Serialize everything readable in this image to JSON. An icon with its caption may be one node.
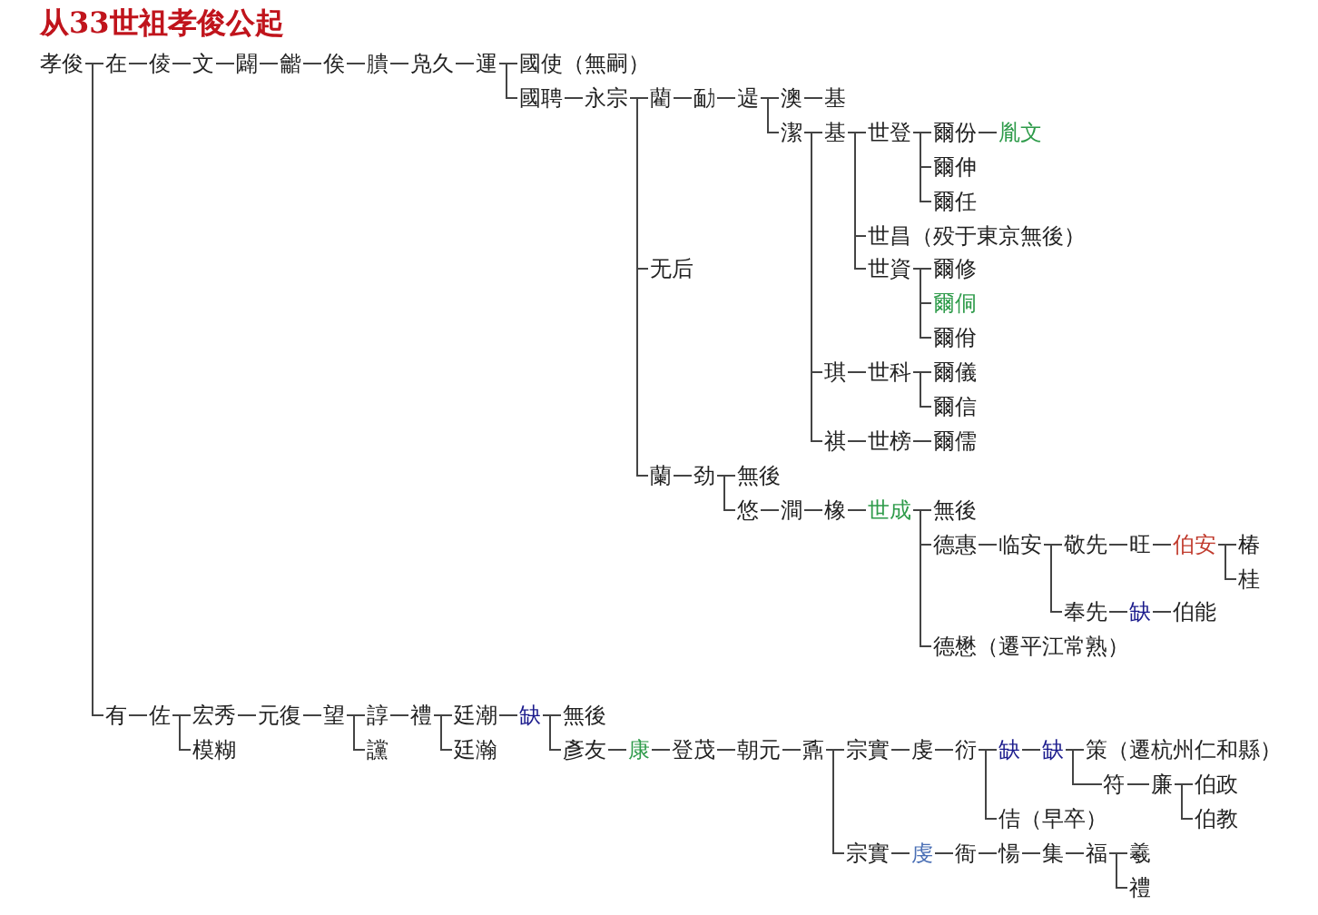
{
  "diagram": {
    "title": "从33世祖孝俊公起",
    "nodes": [
      {
        "text": [
          "孝俊"
        ]
      },
      {
        "text": [
          "在"
        ]
      },
      {
        "text": [
          "倰"
        ]
      },
      {
        "text": [
          "文"
        ]
      },
      {
        "text": [
          "闢"
        ]
      },
      {
        "text": [
          "龤"
        ]
      },
      {
        "text": [
          "俟"
        ]
      },
      {
        "text": [
          "膭"
        ]
      },
      {
        "text": [
          "凫久"
        ]
      },
      {
        "text": [
          "運"
        ]
      },
      {
        "text": [
          "國使（無嗣）"
        ]
      },
      {
        "text": [
          "國聘"
        ]
      },
      {
        "text": [
          "永宗"
        ]
      },
      {
        "text": [
          "藺"
        ]
      },
      {
        "text": [
          "勔"
        ]
      },
      {
        "text": [
          "遈"
        ]
      },
      {
        "text": [
          "澳"
        ]
      },
      {
        "text": [
          "基"
        ]
      },
      {
        "text": [
          "潔"
        ]
      },
      {
        "text": [
          "基"
        ]
      },
      {
        "text": [
          "世登"
        ]
      },
      {
        "text": [
          "爾份"
        ]
      },
      {
        "text": [
          "胤文"
        ]
      },
      {
        "text": [
          "爾伸"
        ]
      },
      {
        "text": [
          "爾任"
        ]
      },
      {
        "text": [
          "世昌（殁于東京無後）"
        ]
      },
      {
        "text": [
          "无后"
        ]
      },
      {
        "text": [
          "世資"
        ]
      },
      {
        "text": [
          "爾修"
        ]
      },
      {
        "text": [
          "爾侗"
        ]
      },
      {
        "text": [
          "爾佾"
        ]
      },
      {
        "text": [
          "琪"
        ]
      },
      {
        "text": [
          "世科"
        ]
      },
      {
        "text": [
          "爾儀"
        ]
      },
      {
        "text": [
          "爾信"
        ]
      },
      {
        "text": [
          "祺"
        ]
      },
      {
        "text": [
          "世榜"
        ]
      },
      {
        "text": [
          "爾儒"
        ]
      },
      {
        "text": [
          "蘭"
        ]
      },
      {
        "text": [
          "劲"
        ]
      },
      {
        "text": [
          "無後"
        ]
      },
      {
        "text": [
          "悠"
        ]
      },
      {
        "text": [
          "澗"
        ]
      },
      {
        "text": [
          "橡"
        ]
      },
      {
        "text": [
          "世成"
        ]
      },
      {
        "text": [
          "無後"
        ]
      },
      {
        "text": [
          "德惠"
        ]
      },
      {
        "text": [
          "临安"
        ]
      },
      {
        "text": [
          "敬先"
        ]
      },
      {
        "text": [
          "旺"
        ]
      },
      {
        "text": [
          "伯安"
        ]
      },
      {
        "text": [
          "椿"
        ]
      },
      {
        "text": [
          "桂"
        ]
      },
      {
        "text": [
          "奉先"
        ]
      },
      {
        "text": [
          "缺"
        ]
      },
      {
        "text": [
          "伯能"
        ]
      },
      {
        "text": [
          "德懋（遷平江常熟）"
        ]
      },
      {
        "text": [
          "有"
        ]
      },
      {
        "text": [
          "佐"
        ]
      },
      {
        "text": [
          "宏秀"
        ]
      },
      {
        "text": [
          "元復"
        ]
      },
      {
        "text": [
          "望"
        ]
      },
      {
        "text": [
          "諄"
        ]
      },
      {
        "text": [
          "禮"
        ]
      },
      {
        "text": [
          "廷潮"
        ]
      },
      {
        "text": [
          "缺"
        ]
      },
      {
        "text": [
          "無後"
        ]
      },
      {
        "text": [
          "模糊"
        ]
      },
      {
        "text": [
          "讜"
        ]
      },
      {
        "text": [
          "廷瀚"
        ]
      },
      {
        "text": [
          "彥友"
        ]
      },
      {
        "text": [
          "康"
        ]
      },
      {
        "text": [
          "登茂"
        ]
      },
      {
        "text": [
          "朝元"
        ]
      },
      {
        "text": [
          "鼒"
        ]
      },
      {
        "text": [
          "宗實"
        ]
      },
      {
        "text": [
          "虔"
        ]
      },
      {
        "text": [
          "衍"
        ]
      },
      {
        "text": [
          "缺"
        ]
      },
      {
        "text": [
          "缺"
        ]
      },
      {
        "text": [
          "策（遷杭州仁和縣）"
        ]
      },
      {
        "text": [
          "符"
        ]
      },
      {
        "text": [
          "廉"
        ]
      },
      {
        "text": [
          "伯政"
        ]
      },
      {
        "text": [
          "佶（早卒）"
        ]
      },
      {
        "text": [
          "伯教"
        ]
      },
      {
        "text": [
          "宗實"
        ]
      },
      {
        "text": [
          "虔"
        ]
      },
      {
        "text": [
          "衙"
        ]
      },
      {
        "text": [
          "愓"
        ]
      },
      {
        "text": [
          "集"
        ]
      },
      {
        "text": [
          "福"
        ]
      },
      {
        "text": [
          "羲"
        ]
      },
      {
        "text": [
          "禮"
        ]
      }
    ],
    "edges": [
      {
        "from": 0,
        "to": 1,
        "arrow": "none"
      },
      {
        "from": 1,
        "to": 2,
        "arrow": "none"
      },
      {
        "from": 2,
        "to": 3,
        "arrow": "none"
      },
      {
        "from": 3,
        "to": 4,
        "arrow": "none"
      },
      {
        "from": 4,
        "to": 5,
        "arrow": "none"
      },
      {
        "from": 5,
        "to": 6,
        "arrow": "none"
      },
      {
        "from": 6,
        "to": 7,
        "arrow": "none"
      },
      {
        "from": 7,
        "to": 8,
        "arrow": "none"
      },
      {
        "from": 8,
        "to": 9,
        "arrow": "none"
      },
      {
        "from": 9,
        "to": 10,
        "arrow": "none"
      },
      {
        "from": 9,
        "to": 11,
        "arrow": "none"
      },
      {
        "from": 11,
        "to": 12,
        "arrow": "none"
      },
      {
        "from": 12,
        "to": 13,
        "arrow": "none"
      },
      {
        "from": 13,
        "to": 14,
        "arrow": "none"
      },
      {
        "from": 14,
        "to": 15,
        "arrow": "none"
      },
      {
        "from": 15,
        "to": 16,
        "arrow": "none"
      },
      {
        "from": 16,
        "to": 17,
        "arrow": "none"
      },
      {
        "from": 15,
        "to": 18,
        "arrow": "none"
      },
      {
        "from": 18,
        "to": 19,
        "arrow": "none"
      },
      {
        "from": 19,
        "to": 20,
        "arrow": "none"
      },
      {
        "from": 20,
        "to": 21,
        "arrow": "none"
      },
      {
        "from": 21,
        "to": 22,
        "arrow": "none"
      },
      {
        "from": 20,
        "to": 23,
        "arrow": "none"
      },
      {
        "from": 20,
        "to": 24,
        "arrow": "none"
      },
      {
        "from": 19,
        "to": 25,
        "arrow": "none"
      },
      {
        "from": 12,
        "to": 26,
        "arrow": "none"
      },
      {
        "from": 19,
        "to": 27,
        "arrow": "none"
      },
      {
        "from": 27,
        "to": 28,
        "arrow": "none"
      },
      {
        "from": 27,
        "to": 29,
        "arrow": "none"
      },
      {
        "from": 27,
        "to": 30,
        "arrow": "none"
      },
      {
        "from": 18,
        "to": 31,
        "arrow": "none"
      },
      {
        "from": 31,
        "to": 32,
        "arrow": "none"
      },
      {
        "from": 32,
        "to": 33,
        "arrow": "none"
      },
      {
        "from": 32,
        "to": 34,
        "arrow": "none"
      },
      {
        "from": 18,
        "to": 35,
        "arrow": "none"
      },
      {
        "from": 35,
        "to": 36,
        "arrow": "none"
      },
      {
        "from": 36,
        "to": 37,
        "arrow": "none"
      },
      {
        "from": 12,
        "to": 38,
        "arrow": "none"
      },
      {
        "from": 38,
        "to": 39,
        "arrow": "none"
      },
      {
        "from": 39,
        "to": 40,
        "arrow": "none"
      },
      {
        "from": 39,
        "to": 41,
        "arrow": "none"
      },
      {
        "from": 41,
        "to": 42,
        "arrow": "none"
      },
      {
        "from": 42,
        "to": 43,
        "arrow": "none"
      },
      {
        "from": 43,
        "to": 44,
        "arrow": "none"
      },
      {
        "from": 44,
        "to": 45,
        "arrow": "none"
      },
      {
        "from": 44,
        "to": 46,
        "arrow": "none"
      },
      {
        "from": 46,
        "to": 47,
        "arrow": "none"
      },
      {
        "from": 47,
        "to": 48,
        "arrow": "none"
      },
      {
        "from": 48,
        "to": 49,
        "arrow": "none"
      },
      {
        "from": 49,
        "to": 50,
        "arrow": "none"
      },
      {
        "from": 50,
        "to": 51,
        "arrow": "none"
      },
      {
        "from": 50,
        "to": 52,
        "arrow": "none"
      },
      {
        "from": 47,
        "to": 53,
        "arrow": "none"
      },
      {
        "from": 53,
        "to": 54,
        "arrow": "none"
      },
      {
        "from": 54,
        "to": 55,
        "arrow": "none"
      },
      {
        "from": 44,
        "to": 56,
        "arrow": "none"
      },
      {
        "from": 0,
        "to": 57,
        "arrow": "none"
      },
      {
        "from": 57,
        "to": 58,
        "arrow": "none"
      },
      {
        "from": 58,
        "to": 59,
        "arrow": "none"
      },
      {
        "from": 59,
        "to": 60,
        "arrow": "none"
      },
      {
        "from": 60,
        "to": 61,
        "arrow": "none"
      },
      {
        "from": 61,
        "to": 62,
        "arrow": "none"
      },
      {
        "from": 62,
        "to": 63,
        "arrow": "none"
      },
      {
        "from": 63,
        "to": 64,
        "arrow": "none"
      },
      {
        "from": 64,
        "to": 65,
        "arrow": "none"
      },
      {
        "from": 65,
        "to": 66,
        "arrow": "none"
      },
      {
        "from": 58,
        "to": 67,
        "arrow": "none"
      },
      {
        "from": 61,
        "to": 68,
        "arrow": "none"
      },
      {
        "from": 63,
        "to": 69,
        "arrow": "none"
      },
      {
        "from": 65,
        "to": 70,
        "arrow": "none"
      },
      {
        "from": 70,
        "to": 71,
        "arrow": "none"
      },
      {
        "from": 71,
        "to": 72,
        "arrow": "none"
      },
      {
        "from": 72,
        "to": 73,
        "arrow": "none"
      },
      {
        "from": 73,
        "to": 74,
        "arrow": "none"
      },
      {
        "from": 74,
        "to": 75,
        "arrow": "none"
      },
      {
        "from": 75,
        "to": 76,
        "arrow": "none"
      },
      {
        "from": 76,
        "to": 77,
        "arrow": "none"
      },
      {
        "from": 77,
        "to": 78,
        "arrow": "none"
      },
      {
        "from": 78,
        "to": 79,
        "arrow": "none"
      },
      {
        "from": 79,
        "to": 80,
        "arrow": "none"
      },
      {
        "from": 79,
        "to": 81,
        "arrow": "none"
      },
      {
        "from": 81,
        "to": 82,
        "arrow": "none"
      },
      {
        "from": 82,
        "to": 83,
        "arrow": "none"
      },
      {
        "from": 77,
        "to": 84,
        "arrow": "none"
      },
      {
        "from": 82,
        "to": 85,
        "arrow": "none"
      },
      {
        "from": 74,
        "to": 86,
        "arrow": "none"
      },
      {
        "from": 86,
        "to": 87,
        "arrow": "none"
      },
      {
        "from": 87,
        "to": 88,
        "arrow": "none"
      },
      {
        "from": 88,
        "to": 89,
        "arrow": "none"
      },
      {
        "from": 89,
        "to": 90,
        "arrow": "none"
      },
      {
        "from": 90,
        "to": 91,
        "arrow": "none"
      },
      {
        "from": 91,
        "to": 92,
        "arrow": "none"
      },
      {
        "from": 91,
        "to": 93,
        "arrow": "none"
      }
    ]
  }
}
